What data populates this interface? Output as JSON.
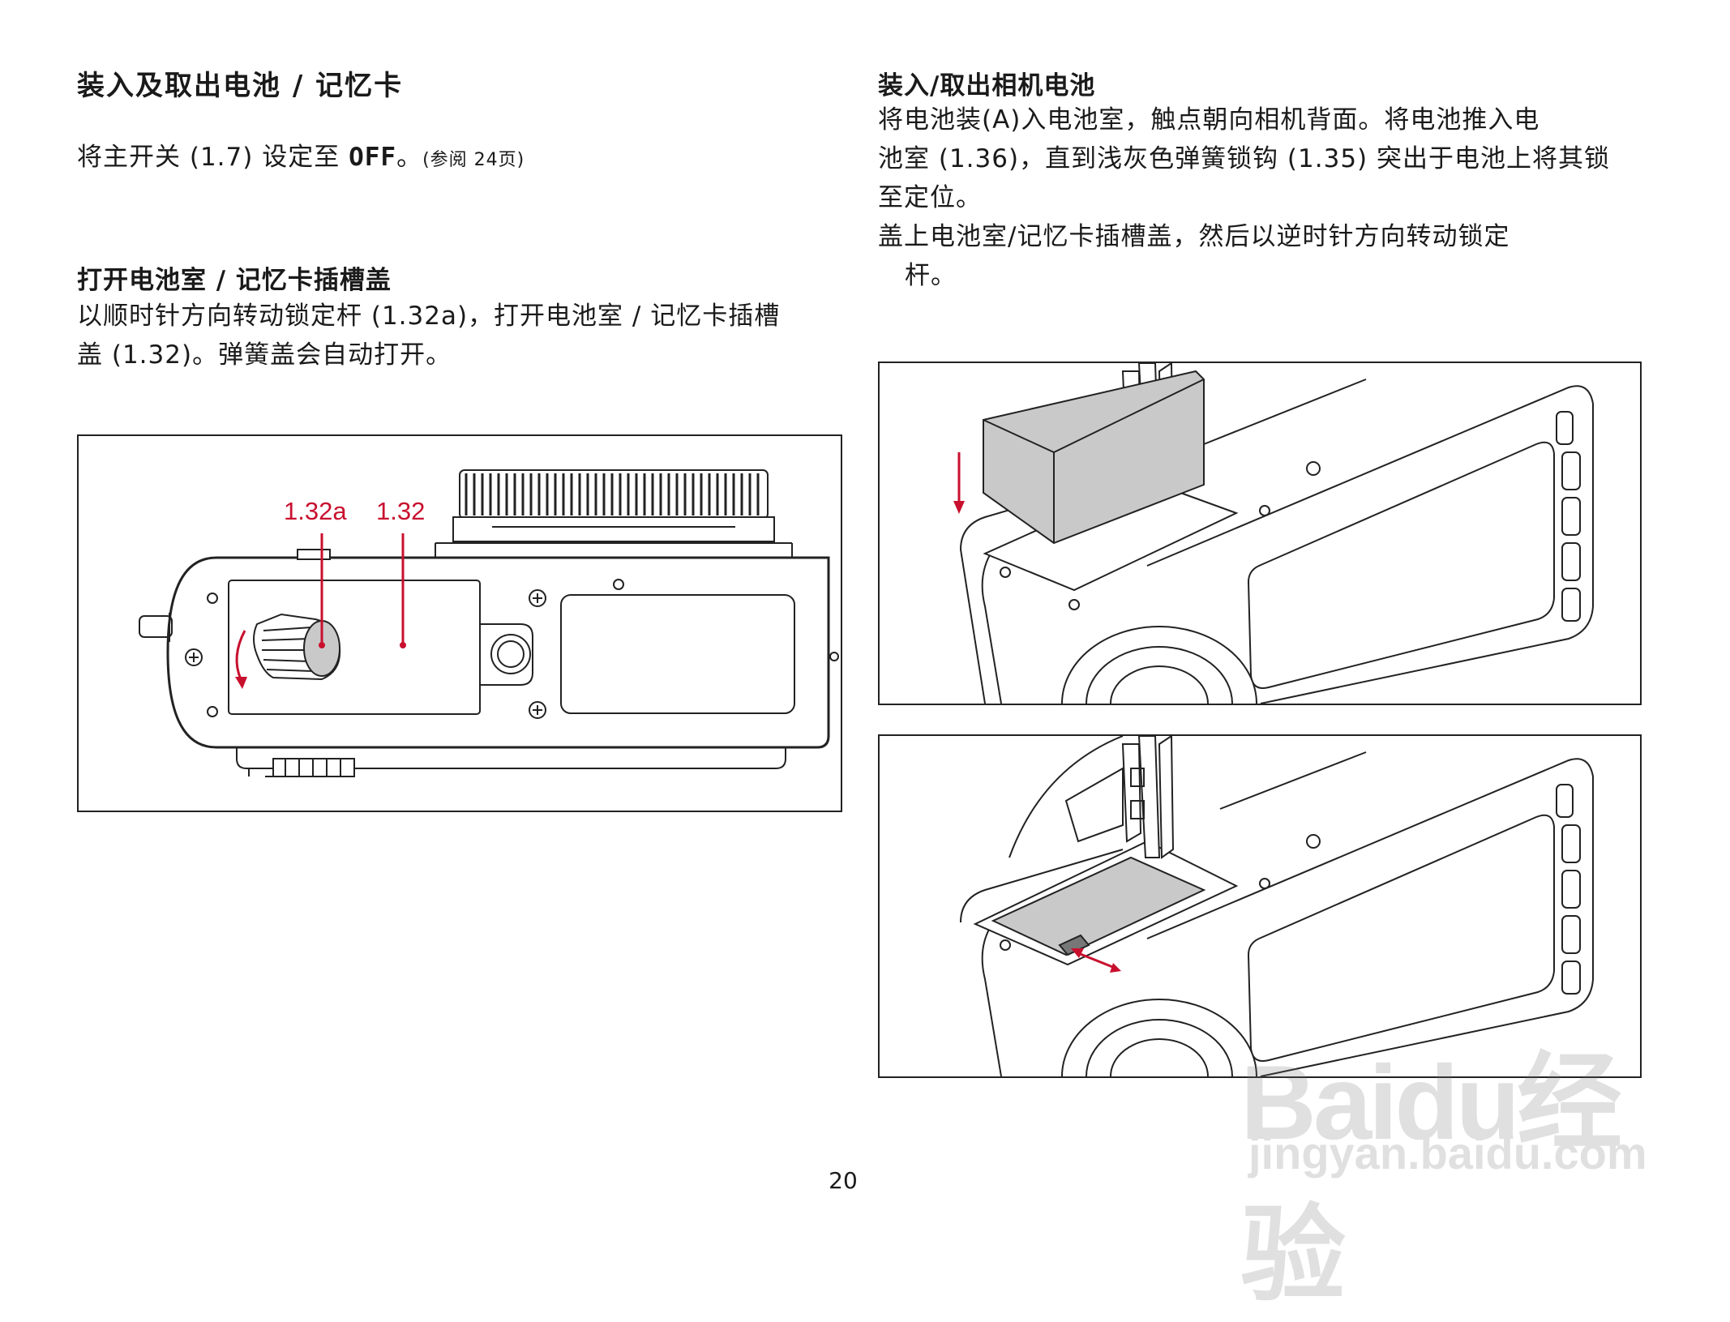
{
  "left": {
    "title": "装入及取出电池 / 记忆卡",
    "switch_line": {
      "text": "将主开关 (1.7) 设定至 ",
      "off": "OFF",
      "after": "。",
      "ref": "(参阅 24页)"
    },
    "section_title": "打开电池室 / 记忆卡插槽盖",
    "section_lines": [
      "以顺时针方向转动锁定杆 (1.32a)，打开电池室 / 记忆卡插槽",
      "盖 (1.32)。弹簧盖会自动打开。"
    ],
    "figure": {
      "label_a": "1.32a",
      "label_b": "1.32"
    }
  },
  "right": {
    "title": "装入/取出相机电池",
    "lines": [
      "将电池装(A)入电池室，触点朝向相机背面。将电池推入电",
      "池室 (1.36)，直到浅灰色弹簧锁钩 (1.35) 突出于电池上将其锁",
      "至定位。",
      "盖上电池室/记忆卡插槽盖，然后以逆时针方向转动锁定",
      "杆。"
    ]
  },
  "page_number": "20",
  "watermark": {
    "brand": "Baidu经验",
    "url": "jingyan.baidu.com"
  },
  "colors": {
    "accent_red": "#c8102e",
    "text": "#1a1a1a",
    "battery_gray": "#c9c9c9"
  }
}
